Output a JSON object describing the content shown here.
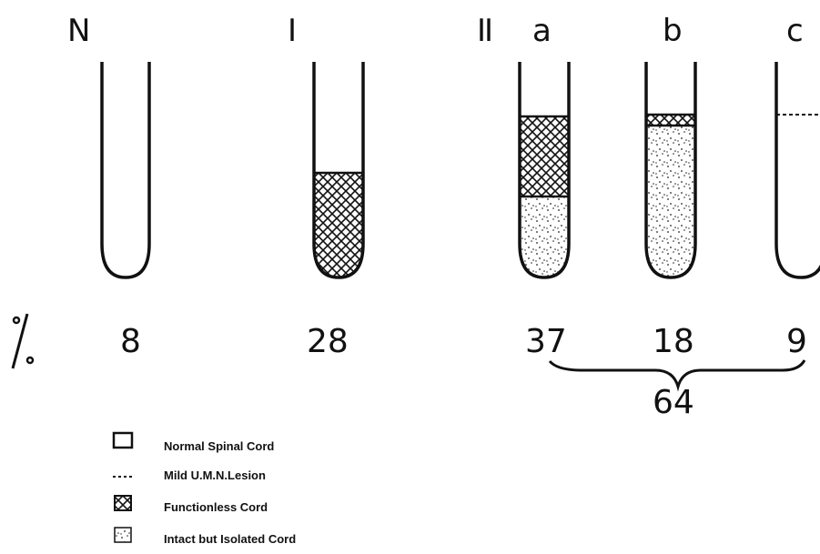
{
  "columns": [
    {
      "id": "N",
      "label": "N",
      "percent": "8"
    },
    {
      "id": "I",
      "label": "I",
      "percent": "28"
    },
    {
      "id": "IIa",
      "label": "a",
      "percent": "37"
    },
    {
      "id": "IIb",
      "label": "b",
      "percent": "18"
    },
    {
      "id": "IIc",
      "label": "c",
      "percent": "9"
    }
  ],
  "group_label": "II",
  "group_total": "64",
  "percent_symbol": "%",
  "legend": [
    {
      "label": "Normal Spinal Cord"
    },
    {
      "label": "Mild U.M.N.Lesion"
    },
    {
      "label": "Functionless Cord"
    },
    {
      "label": "Intact but Isolated Cord"
    }
  ],
  "colors": {
    "ink": "#111111",
    "background": "#ffffff"
  }
}
